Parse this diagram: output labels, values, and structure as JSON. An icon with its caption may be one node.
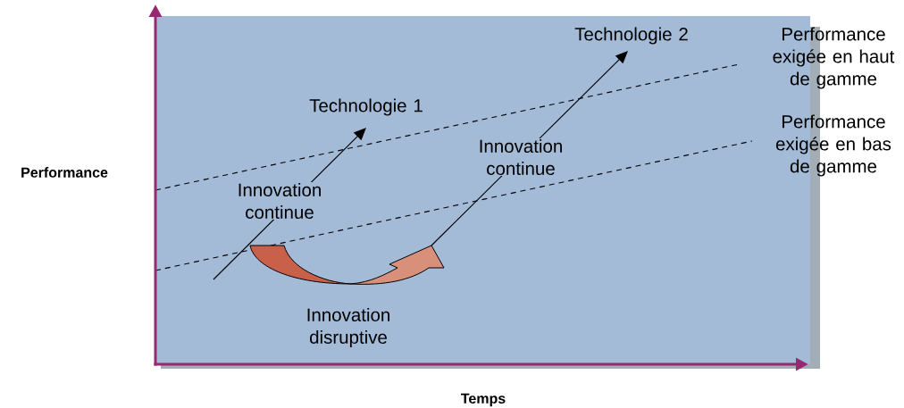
{
  "diagram": {
    "labels": [
      "Technologie 2",
      "Performance exigée en haut de gamme",
      "Technologie 1",
      "Performance exigée en bas de gamme",
      "Innovation continue",
      "Performance",
      "Innovation continue",
      "Innovation disruptive",
      "Temps"
    ]
  }
}
